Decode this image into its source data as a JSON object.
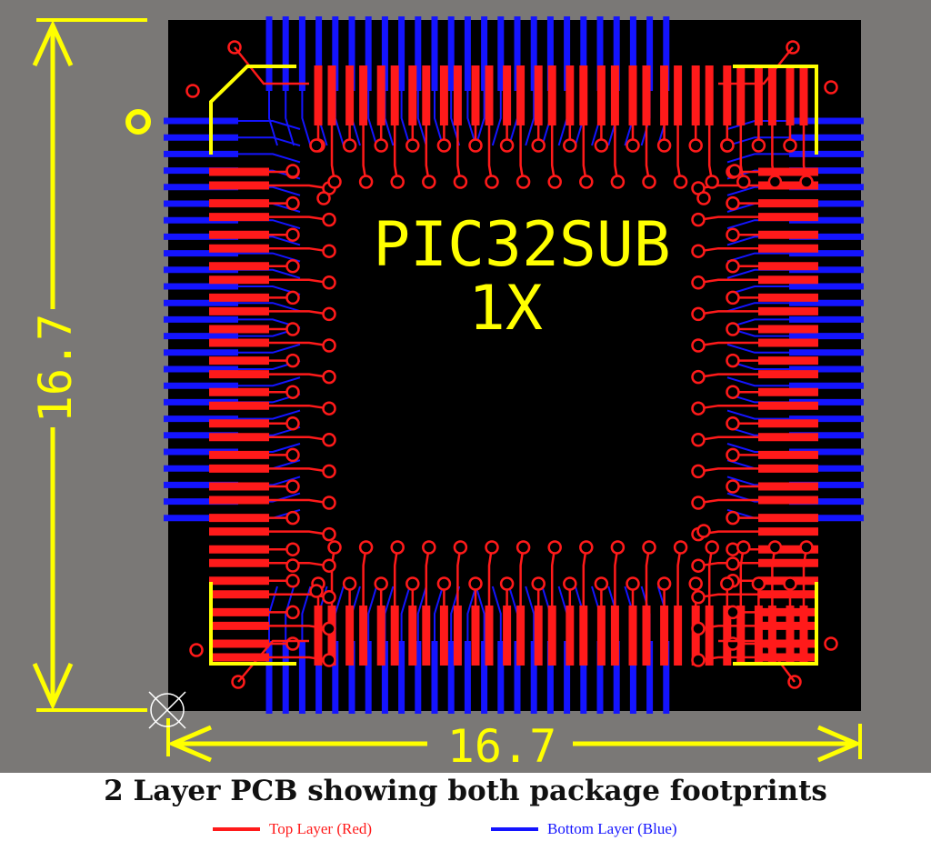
{
  "board": {
    "marking_line1": "PIC32SUB",
    "marking_line2": "1X",
    "dimension_vertical": "16.7",
    "dimension_horizontal": "16.7"
  },
  "caption": "2 Layer PCB showing both package footprints",
  "legend": [
    {
      "label": "Top Layer (Red)",
      "color": "#ff1a1a"
    },
    {
      "label": "Bottom Layer (Blue)",
      "color": "#1414ff"
    }
  ],
  "colors": {
    "background": "#7a7876",
    "board": "#000000",
    "top_layer": "#ff1a1a",
    "bottom_layer": "#1414ff",
    "silkscreen": "#ffff00"
  }
}
